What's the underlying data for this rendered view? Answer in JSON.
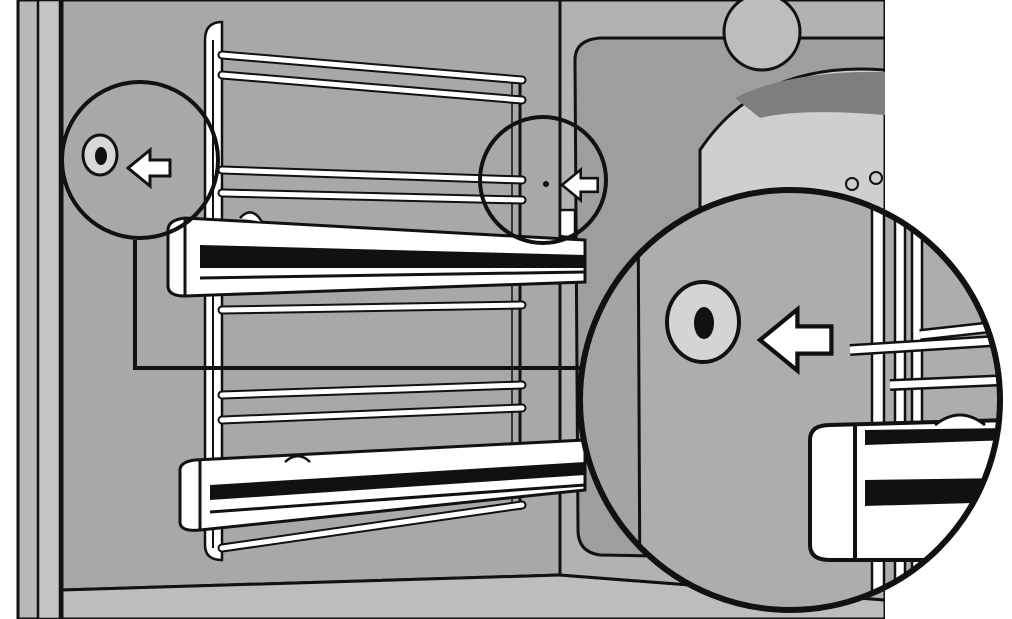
{
  "illustration": {
    "subject": "oven-side-rack-removal",
    "colors": {
      "background": "#ffffff",
      "oven_wall": "#a9a9a9",
      "oven_frame": "#b4b4b4",
      "fan_cover": "#c8c8c8",
      "fan_dark": "#8f8f8f",
      "zoom_fill": "#adadad",
      "outline": "#111111",
      "rail_white": "#ffffff"
    },
    "icons": {
      "arrow": "left-arrow-icon",
      "mount_hole": "mount-hole-icon",
      "magnifier": "zoom-circle"
    },
    "callouts": [
      {
        "name": "left-mount-point",
        "arrow_direction": "left"
      },
      {
        "name": "right-mount-point",
        "arrow_direction": "left"
      },
      {
        "name": "zoomed-mount-point",
        "arrow_direction": "left"
      }
    ]
  }
}
